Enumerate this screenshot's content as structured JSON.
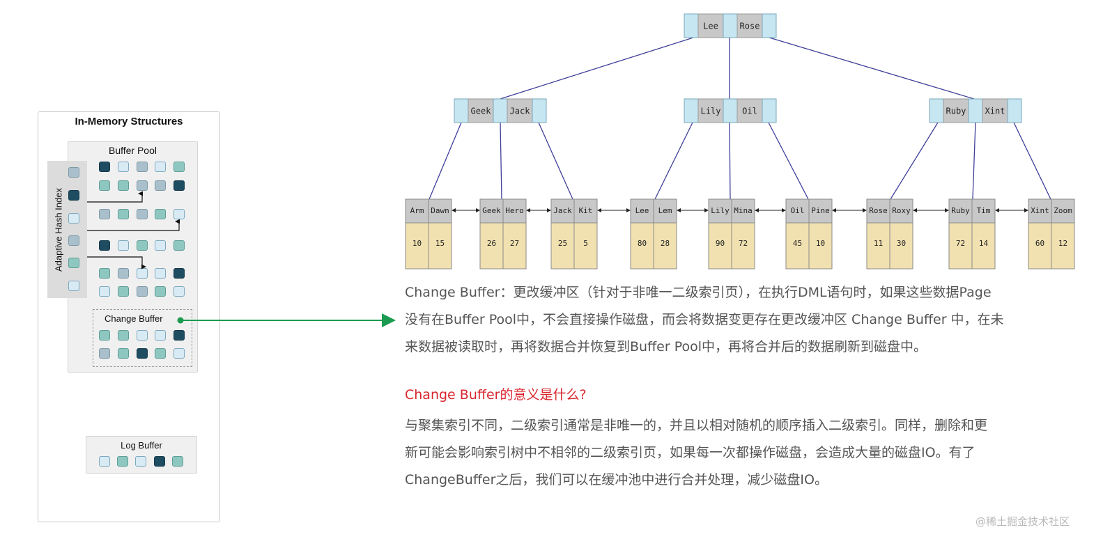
{
  "left_diagram": {
    "title": "In-Memory Structures",
    "buffer_pool_label": "Buffer Pool",
    "adaptive_hash_label": "Adaptive Hash Index",
    "change_buffer_label": "Change Buffer",
    "log_buffer_label": "Log Buffer"
  },
  "btree": {
    "root": {
      "keys": [
        "Lee",
        "Rose"
      ]
    },
    "internal": [
      {
        "keys": [
          "Geek",
          "Jack"
        ]
      },
      {
        "keys": [
          "Lily",
          "Oil"
        ]
      },
      {
        "keys": [
          "Ruby",
          "Xint"
        ]
      }
    ],
    "leaves": [
      {
        "keys": [
          "Arm",
          "Dawn"
        ],
        "values": [
          "10",
          "15"
        ]
      },
      {
        "keys": [
          "Geek",
          "Hero"
        ],
        "values": [
          "26",
          "27"
        ]
      },
      {
        "keys": [
          "Jack",
          "Kit"
        ],
        "values": [
          "25",
          "5"
        ]
      },
      {
        "keys": [
          "Lee",
          "Lem"
        ],
        "values": [
          "80",
          "28"
        ]
      },
      {
        "keys": [
          "Lily",
          "Mina"
        ],
        "values": [
          "90",
          "72"
        ]
      },
      {
        "keys": [
          "Oil",
          "Pine"
        ],
        "values": [
          "45",
          "10"
        ]
      },
      {
        "keys": [
          "Rose",
          "Roxy"
        ],
        "values": [
          "11",
          "30"
        ]
      },
      {
        "keys": [
          "Ruby",
          "Tim"
        ],
        "values": [
          "72",
          "14"
        ]
      },
      {
        "keys": [
          "Xint",
          "Zoom"
        ],
        "values": [
          "60",
          "12"
        ]
      }
    ]
  },
  "text": {
    "para1": [
      "Change Buffer：更改缓冲区（针对于非唯一二级索引页），在执行DML语句时，如果这些数据Page",
      "没有在Buffer Pool中，不会直接操作磁盘，而会将数据变更存在更改缓冲区 Change Buffer 中，在未",
      "来数据被读取时，再将数据合并恢复到Buffer Pool中，再将合并后的数据刷新到磁盘中。"
    ],
    "question": "Change Buffer的意义是什么?",
    "para2": [
      "与聚集索引不同，二级索引通常是非唯一的，并且以相对随机的顺序插入二级索引。同样，删除和更",
      "新可能会影响索引树中不相邻的二级索引页，如果每一次都操作磁盘，会造成大量的磁盘IO。有了",
      "ChangeBuffer之后，我们可以在缓冲池中进行合并处理，减少磁盘IO。"
    ]
  },
  "watermark": "@稀土掘金技术社区",
  "colors": {
    "node_key_fill": "#c8c8c8",
    "node_ptr_fill": "#c6e6f2",
    "leaf_value_fill": "#f1e1b0",
    "tree_line": "#3f3f9a",
    "arrow_green": "#1a9b4f",
    "question_red": "#d9262e"
  }
}
